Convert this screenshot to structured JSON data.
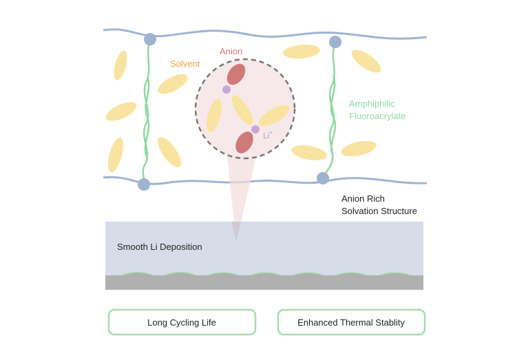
{
  "labels": {
    "solvent": "Solvent",
    "anion": "Anion",
    "li": "Li",
    "li_charge": "+",
    "polymer_line1": "Amphiphilic",
    "polymer_line2": "Fluoroacrylate",
    "structure_line1": "Anion Rich",
    "structure_line2": "Solvation Structure",
    "deposition": "Smooth Li Deposition"
  },
  "benefits": [
    "Long Cycling Life",
    "Enhanced Thermal Stablity"
  ],
  "colors": {
    "chain": "#9fb4d2",
    "node": "#9fb2cf",
    "linker": "#8fd9a0",
    "solvent": "#f8e4a0",
    "anion": "#d07a7a",
    "li": "#c9a6d8",
    "solvent_text": "#f0a040",
    "anion_text": "#d07a7a",
    "polymer_text": "#8fd9a0",
    "deposition_bg": "#d6dde9",
    "substrate": "#b0b0b0"
  }
}
